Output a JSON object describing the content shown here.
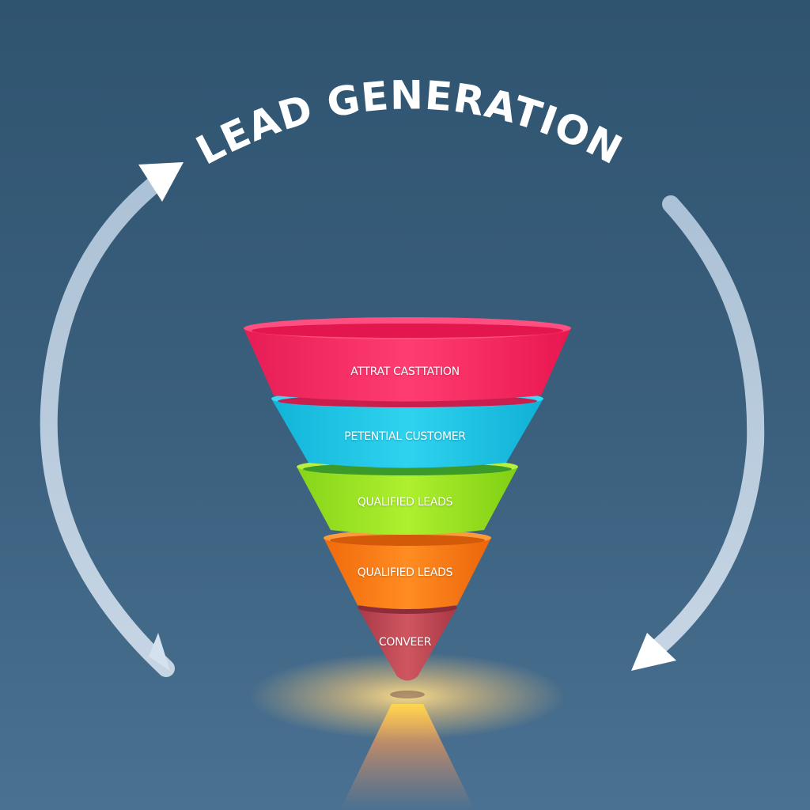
{
  "title": "LEAD GENERATION",
  "colors": {
    "background_top": "#2f5470",
    "background_bottom": "#4a7192",
    "arrow": "#c8d8e6",
    "stage1": "#f4285f",
    "stage2": "#1fc6e6",
    "stage3": "#9ee61e",
    "stage4": "#ff7a12",
    "stage5": "#c44a55",
    "glow": "#ffd27a"
  },
  "funnel": {
    "stages": [
      {
        "label": "ATTRAT CASTTATION",
        "color": "#f4285f"
      },
      {
        "label": "PETENTIAL CUSTOMER",
        "color": "#1fc6e6"
      },
      {
        "label": "QUALIFIED LEADS",
        "color": "#9ee61e"
      },
      {
        "label": "QUALIFIED LEADS",
        "color": "#ff7a12"
      },
      {
        "label": "CONVEER",
        "color": "#c44a55"
      }
    ]
  },
  "arrows": [
    {
      "name": "left-cycle-arrow",
      "direction": "up"
    },
    {
      "name": "right-cycle-arrow",
      "direction": "down"
    }
  ]
}
